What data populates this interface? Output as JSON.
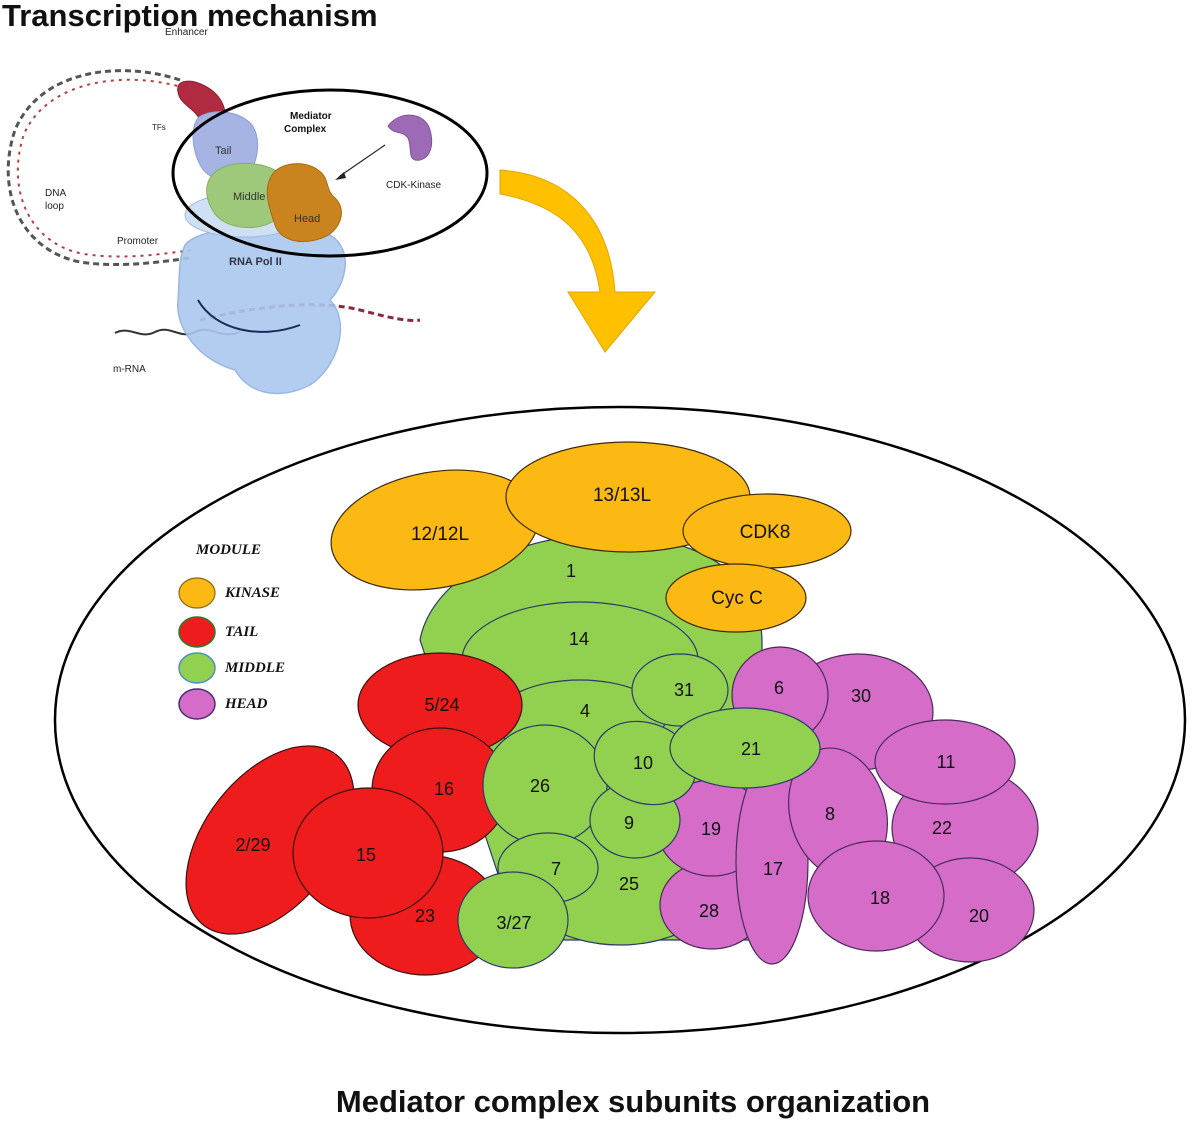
{
  "title_top": "Transcription mechanism",
  "title_bottom": "Mediator complex subunits organization",
  "mechanism": {
    "enhancer": "Enhancer",
    "tfs": "TFs",
    "dna_loop_line1": "DNA",
    "dna_loop_line2": "loop",
    "promoter": "Promoter",
    "mrna": "m-RNA",
    "mediator_line1": "Mediator",
    "mediator_line2": "Complex",
    "cdk_kinase": "CDK-Kinase",
    "tail": "Tail",
    "middle": "Middle",
    "head": "Head",
    "rna_pol": "RNA Pol II"
  },
  "legend": {
    "title": "MODULE",
    "items": [
      {
        "label": "KINASE",
        "color": "#FDB913"
      },
      {
        "label": "TAIL",
        "color": "#EE1C1C"
      },
      {
        "label": "MIDDLE",
        "color": "#92D050"
      },
      {
        "label": "HEAD",
        "color": "#D46CC8"
      }
    ]
  },
  "colors": {
    "kinase": "#FDB913",
    "tail": "#EE1C1C",
    "middle": "#92D050",
    "head": "#D46CC8",
    "arrow": "#FFC000"
  },
  "subunits": {
    "kinase": [
      "12/12L",
      "13/13L",
      "CDK8",
      "Cyc C"
    ],
    "middle": [
      "1",
      "14",
      "4",
      "31",
      "10",
      "21",
      "26",
      "9",
      "7",
      "25",
      "3/27"
    ],
    "tail": [
      "5/24",
      "16",
      "2/29",
      "15",
      "23"
    ],
    "head": [
      "6",
      "30",
      "11",
      "8",
      "22",
      "19",
      "17",
      "18",
      "28",
      "20"
    ]
  }
}
